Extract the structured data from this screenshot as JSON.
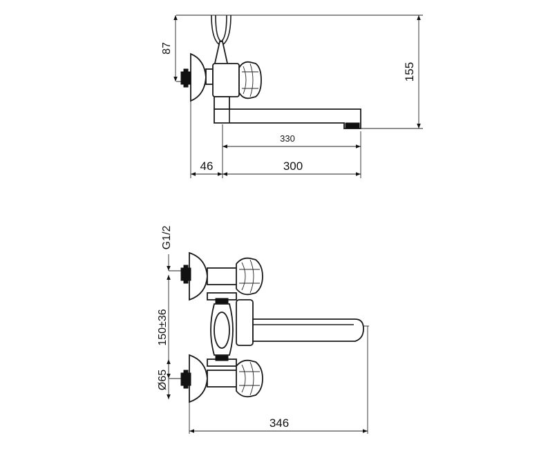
{
  "top_view": {
    "dimensions": {
      "height_87": "87",
      "height_155": "155",
      "length_330": "330",
      "offset_46": "46",
      "length_300": "300"
    }
  },
  "front_view": {
    "dimensions": {
      "thread": "G1/2",
      "spacing": "150±36",
      "diameter": "Ø65",
      "overall_width": "346"
    }
  }
}
